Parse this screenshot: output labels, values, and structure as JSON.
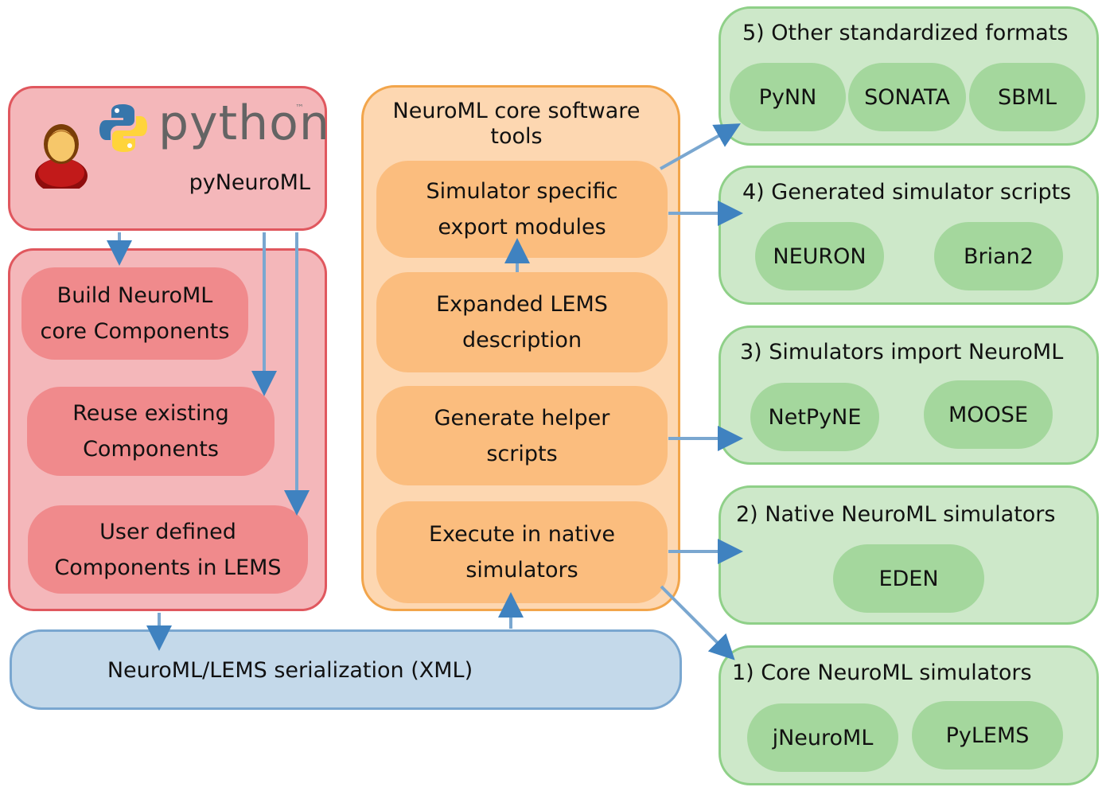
{
  "pyneuroml": {
    "python_wordmark": "python",
    "tm": "™",
    "label": "pyNeuroML",
    "items": [
      {
        "line1": "Build NeuroML",
        "line2": "core Components"
      },
      {
        "line1": "Reuse existing",
        "line2": "Components"
      },
      {
        "line1": "User defined",
        "line2": "Components in LEMS"
      }
    ]
  },
  "core": {
    "title_line1": "NeuroML core software",
    "title_line2": "tools",
    "items": [
      {
        "line1": "Simulator specific",
        "line2": "export modules"
      },
      {
        "line1": "Expanded LEMS",
        "line2": "description"
      },
      {
        "line1": "Generate helper",
        "line2": "scripts"
      },
      {
        "line1": "Execute in native",
        "line2": "simulators"
      }
    ]
  },
  "serialization": {
    "label": "NeuroML/LEMS serialization (XML)"
  },
  "outputs": [
    {
      "title": "5) Other standardized formats",
      "items": [
        "PyNN",
        "SONATA",
        "SBML"
      ]
    },
    {
      "title": "4) Generated simulator scripts",
      "items": [
        "NEURON",
        "Brian2"
      ]
    },
    {
      "title": "3) Simulators import NeuroML",
      "items": [
        "NetPyNE",
        "MOOSE"
      ]
    },
    {
      "title": "2) Native NeuroML simulators",
      "items": [
        "EDEN"
      ]
    },
    {
      "title": "1) Core NeuroML simulators",
      "items": [
        "jNeuroML",
        "PyLEMS"
      ]
    }
  ],
  "colors": {
    "red_fill": "#f4b7ba",
    "red_border": "#e0575e",
    "red_pill": "#f08a8c",
    "orange_fill": "#fdd7b1",
    "orange_border": "#f2a54b",
    "orange_pill": "#fbbd7e",
    "blue_fill": "#c4d9ea",
    "blue_border": "#7aa7d0",
    "green_fill": "#cde8c9",
    "green_border": "#8fd088",
    "green_pill": "#a4d79d",
    "arrow": "#3f82c0",
    "python_blue": "#3776ab",
    "python_yellow": "#ffd43b"
  },
  "icons": [
    "user-icon",
    "python-logo-icon"
  ]
}
